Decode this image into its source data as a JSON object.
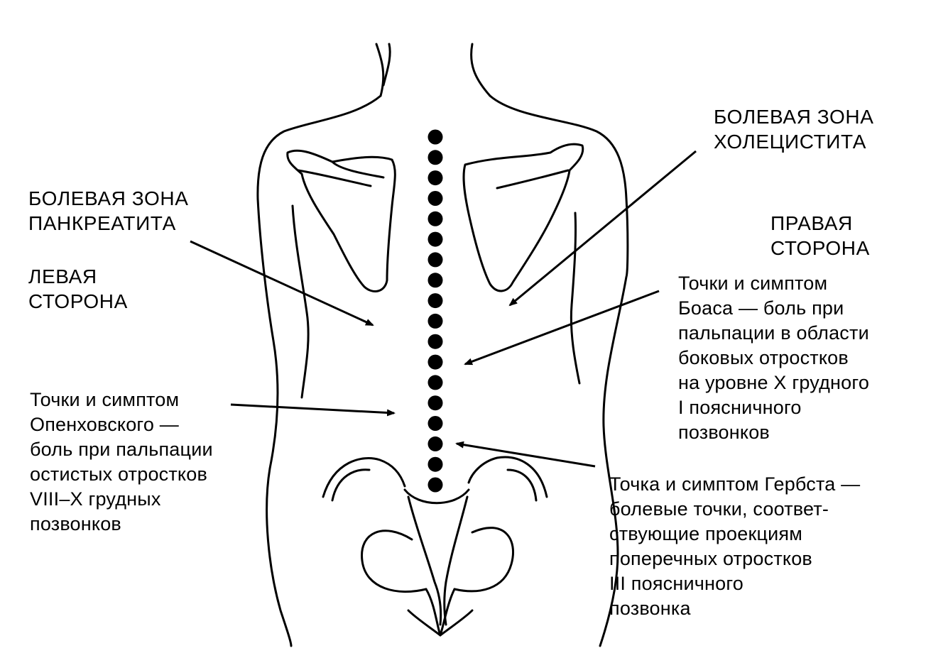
{
  "labels": {
    "cholecystitis_zone": "БОЛЕВАЯ ЗОНА\nХОЛЕЦИСТИТА",
    "pancreatitis_zone": "БОЛЕВАЯ ЗОНА\nПАНКРЕАТИТА",
    "right_side": "ПРАВАЯ\nСТОРОНА",
    "left_side": "ЛЕВАЯ\nСТОРОНА",
    "boas_points": "Точки и симптом\nБоаса — боль при\nпальпации в области\nбоковых отростков\nна уровне X грудного\nI поясничного\nпозвонков",
    "openkhovsky_points": "Точки и симптом\nОпенховского —\nболь при пальпации\nостистых отростков\nVIII–X грудных\nпозвонков",
    "herbst_point": "Точка и симптом Гербста —\nболевые точки, соответ-\nствующие проекциям\nпоперечных отростков\nIII поясничного\nпозвонка"
  },
  "spine": {
    "dot_count": 18
  },
  "colors": {
    "ink": "#000000",
    "paper": "#ffffff"
  }
}
